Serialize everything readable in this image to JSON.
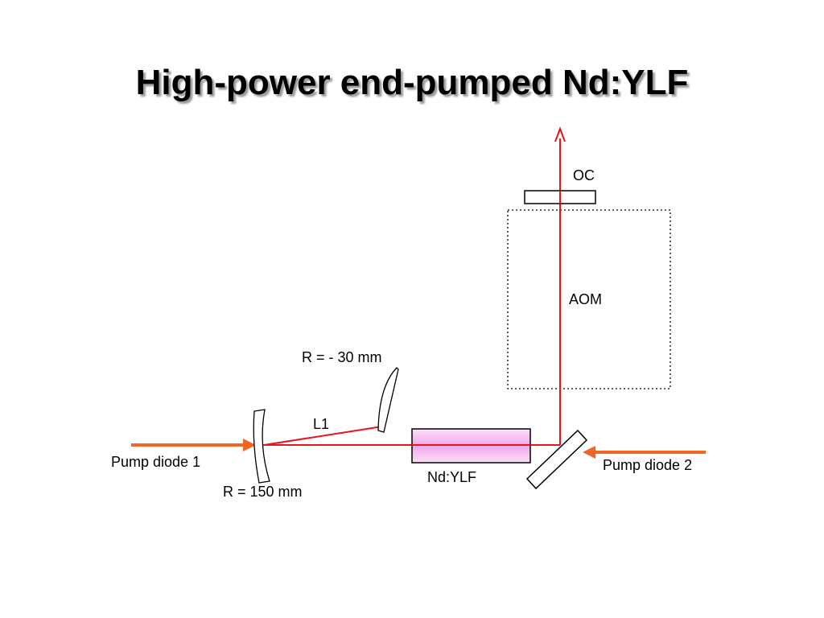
{
  "title": "High-power end-pumped Nd:YLF",
  "labels": {
    "oc": "OC",
    "aom": "AOM",
    "r_minus_30": "R = - 30 mm",
    "l1": "L1",
    "pump_diode_1": "Pump diode 1",
    "r_150": "R = 150 mm",
    "nd_ylf": "Nd:YLF",
    "pump_diode_2": "Pump diode 2"
  },
  "colors": {
    "laser_beam": "#e8141c",
    "pump_beam": "#f26522",
    "crystal_fill": "#f4b4f0",
    "outline": "#000000"
  }
}
